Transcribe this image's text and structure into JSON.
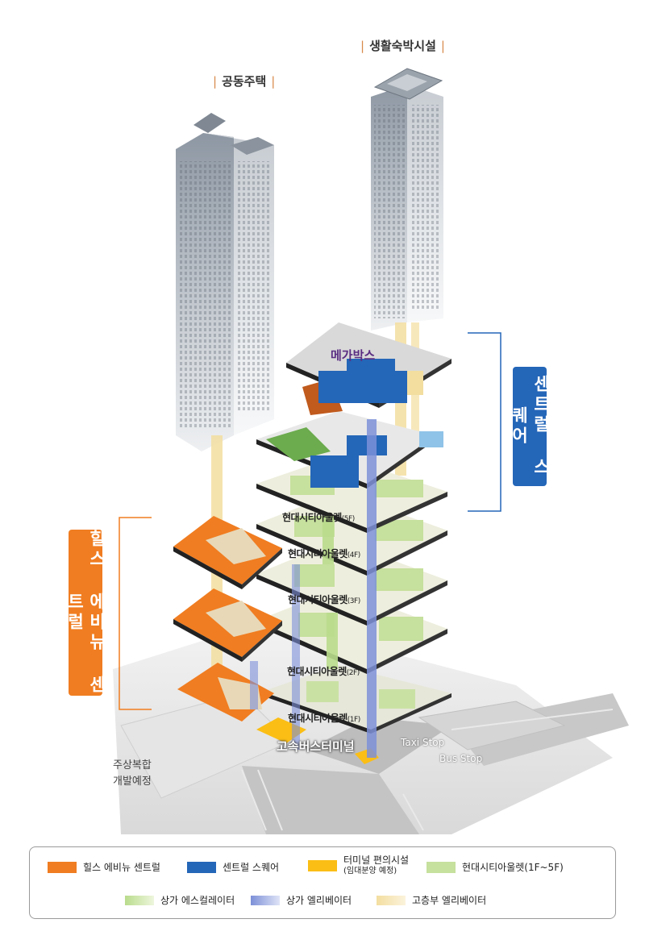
{
  "towers": {
    "residential": "공동주택",
    "lodging": "생활숙박시설"
  },
  "labels": {
    "megabox": "메가박스",
    "outlet": "현대시티아울렛",
    "floors": [
      "(5F)",
      "(4F)",
      "(3F)",
      "(2F)",
      "(1F)"
    ],
    "bus_terminal": "고속버스터미널",
    "taxi_stop": "Taxi Stop",
    "bus_stop": "Bus Stop",
    "mixed_use_line1": "주상복합",
    "mixed_use_line2": "개발예정",
    "central_square": "센트럴 스퀘어",
    "hills_avenue": "힐스 에비뉴 센트럴"
  },
  "legend": {
    "row1": [
      {
        "label": "힐스 에비뉴 센트럴",
        "sub": "",
        "color": "#f07d21"
      },
      {
        "label": "센트럴 스퀘어",
        "sub": "",
        "color": "#2466b8"
      },
      {
        "label": "터미널 편의시설",
        "sub": "(임대분양 예정)",
        "color": "#fbbe15"
      },
      {
        "label": "현대시티아울렛(1F~5F)",
        "sub": "",
        "color": "#c6e09d"
      }
    ],
    "row2": [
      {
        "label": "상가 에스컬레이터",
        "color": "#b9dc8c"
      },
      {
        "label": "상가 엘리베이터",
        "color": "#7d90d8"
      },
      {
        "label": "고층부 엘리베이터",
        "color": "#f3dea0"
      }
    ]
  },
  "colors": {
    "orange": "#f07d21",
    "blue": "#2466b8",
    "yellow": "#fbbe15",
    "green": "#c6e09d",
    "megabox_text": "#5a2d82"
  }
}
